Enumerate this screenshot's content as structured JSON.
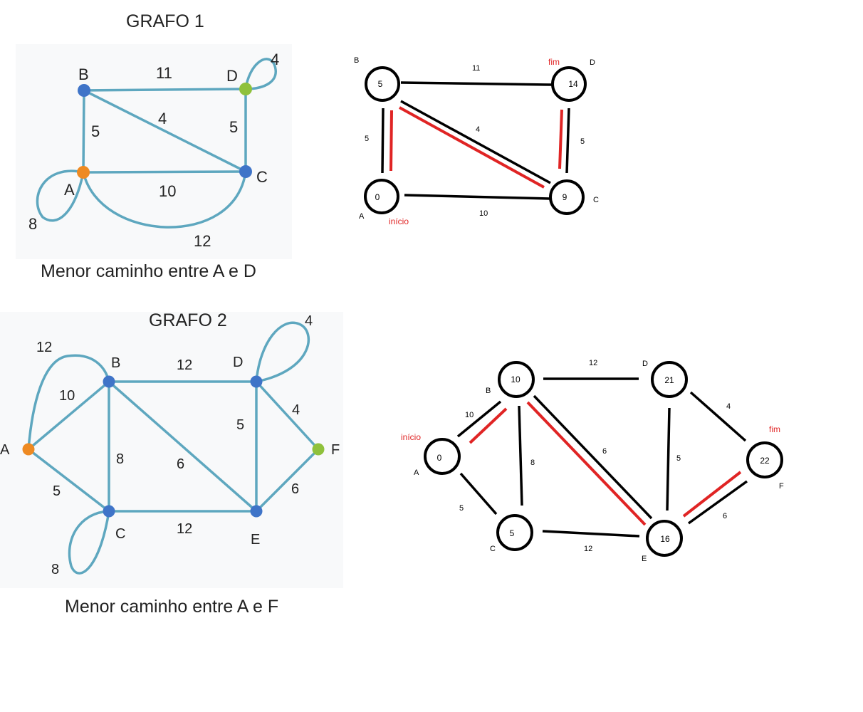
{
  "colors": {
    "edge": "#5ea7bf",
    "node_blue": "#3f74c8",
    "node_orange": "#ee8a22",
    "node_green": "#8fc13b",
    "path_red": "#e02424",
    "black": "#000000"
  },
  "graph1": {
    "title": "GRAFO 1",
    "caption": "Menor caminho entre A e D",
    "nodes": {
      "A": "A",
      "B": "B",
      "C": "C",
      "D": "D"
    },
    "weights": {
      "AB": "5",
      "BD": "11",
      "BC": "4",
      "DC": "5",
      "AC": "10",
      "AC_curve": "12",
      "A_loop": "8",
      "D_loop": "4"
    },
    "solution": {
      "dist": {
        "A": "0",
        "B": "5",
        "C": "9",
        "D": "14"
      },
      "start_label": "início",
      "end_label": "fim"
    }
  },
  "graph2": {
    "title": "GRAFO 2",
    "caption": "Menor caminho entre A e F",
    "nodes": {
      "A": "A",
      "B": "B",
      "C": "C",
      "D": "D",
      "E": "E",
      "F": "F"
    },
    "weights": {
      "A_B_loop": "12",
      "AB": "10",
      "AC": "5",
      "BD": "12",
      "BC": "8",
      "BE": "6",
      "DE": "5",
      "DF": "4",
      "EF": "6",
      "CE": "12",
      "C_loop": "8",
      "D_loop": "4"
    },
    "solution": {
      "dist": {
        "A": "0",
        "B": "10",
        "C": "5",
        "D": "21",
        "E": "16",
        "F": "22"
      },
      "start_label": "início",
      "end_label": "fim"
    }
  }
}
